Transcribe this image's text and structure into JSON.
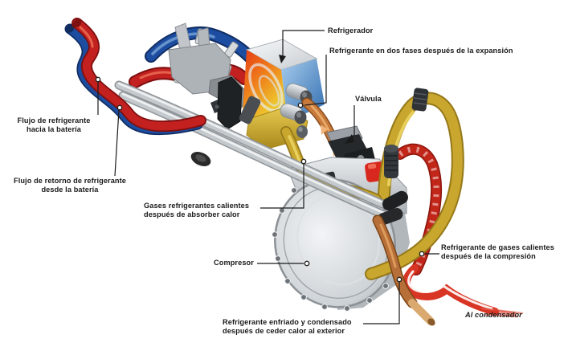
{
  "labels": {
    "refrigerador": {
      "text": "Refrigerador"
    },
    "dos_fases": {
      "text": "Refrigerante en dos fases después de la expansión"
    },
    "valvula": {
      "text": "Válvula"
    },
    "flujo_hacia": {
      "line1": "Flujo de refrigerante",
      "line2": "hacia la batería"
    },
    "flujo_retorno": {
      "line1": "Flujo de retorno de refrigerante",
      "line2": "desde la batería"
    },
    "gases_calientes": {
      "line1": "Gases refrigerantes calientes",
      "line2": "después de absorber calor"
    },
    "compresor": {
      "text": "Compresor"
    },
    "compresion": {
      "line1": "Refrigerante de gases calientes",
      "line2": "después de la compresión"
    },
    "enfriado": {
      "line1": "Refrigerante enfriado y condensado",
      "line2": "después de ceder calor al exterior"
    },
    "al_condensador": {
      "text": "Al condensador"
    }
  },
  "colors": {
    "background": "#ffffff",
    "label_text": "#1a1a1a",
    "coolant_hose_blue": "#1d4da0",
    "coolant_hose_red": "#c32020",
    "steel_tube_silver": "#b6bbc0",
    "refrigerant_pipe_yellow": "#c9a72e",
    "two_phase_pipe_orange": "#c77a3c",
    "hot_gas_pipe_red": "#c22619",
    "liquid_pipe_copper": "#b66f38",
    "compressor_silver": "#c9ced3",
    "chiller_blue": "#4d8ac6",
    "chiller_thermal_red": "#e63914",
    "chiller_thermal_yellow": "#eec22c",
    "valve_black": "#26292c"
  }
}
